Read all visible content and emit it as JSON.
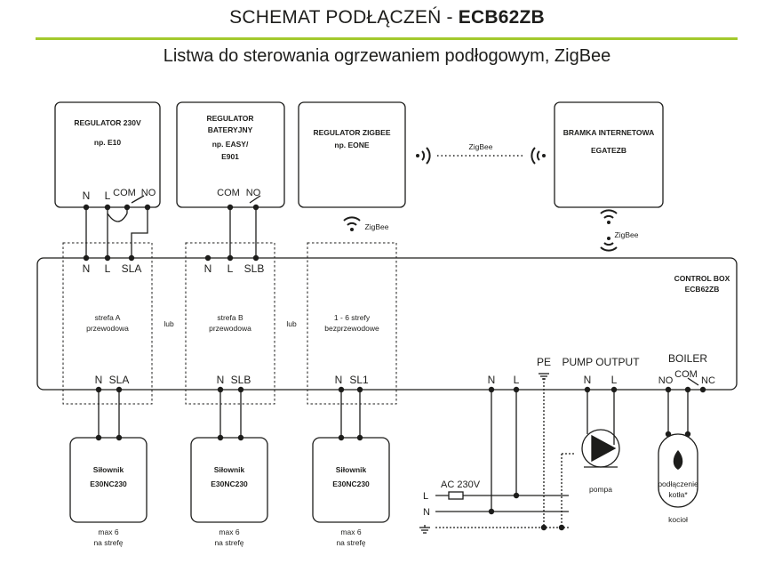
{
  "header": {
    "title_prefix": "SCHEMAT PODŁĄCZEŃ - ",
    "title_model": "ECB62ZB",
    "subtitle": "Listwa do sterowania ogrzewaniem podłogowym, ZigBee",
    "accent_color": "#a3c92d"
  },
  "devices": {
    "regulator_230": {
      "line1": "REGULATOR 230V",
      "line2": "np. E10",
      "terminals": [
        "N",
        "L",
        "COM",
        "NO"
      ]
    },
    "regulator_battery": {
      "line1": "REGULATOR",
      "line2": "BATERYJNY",
      "line3": "np. EASY/",
      "line4": "E901",
      "terminals": [
        "COM",
        "NO"
      ]
    },
    "regulator_zigbee": {
      "line1": "REGULATOR ZIGBEE",
      "line2": "np. EONE",
      "signal_label": "ZigBee"
    },
    "gateway": {
      "line1": "BRAMKA INTERNETOWA",
      "line2": "EGATEZB",
      "signal_label": "ZigBee"
    },
    "link_label": "ZigBee"
  },
  "control_box": {
    "line1": "CONTROL BOX",
    "line2": "ECB62ZB",
    "zone_a": {
      "top_terminals": [
        "N",
        "L",
        "SLA"
      ],
      "line1": "strefa A",
      "line2": "przewodowa",
      "bottom_terminals": [
        "N",
        "SLA"
      ]
    },
    "or1": "lub",
    "zone_b": {
      "top_terminals": [
        "N",
        "L",
        "SLB"
      ],
      "line1": "strefa B",
      "line2": "przewodowa",
      "bottom_terminals": [
        "N",
        "SLB"
      ]
    },
    "or2": "lub",
    "zone_wireless": {
      "line1": "1 - 6 strefy",
      "line2": "bezprzewodowe",
      "bottom_terminals": [
        "N",
        "SL1"
      ]
    },
    "power_terminals": [
      "N",
      "L"
    ],
    "pe_label": "PE",
    "pump_output": {
      "label": "PUMP OUTPUT",
      "terminals": [
        "N",
        "L"
      ]
    },
    "boiler": {
      "label": "BOILER",
      "terminals": [
        "NO",
        "COM",
        "NC"
      ]
    }
  },
  "actuators": [
    {
      "line1": "Siłownik",
      "line2": "E30NC230",
      "note1": "max 6",
      "note2": "na strefę"
    },
    {
      "line1": "Siłownik",
      "line2": "E30NC230",
      "note1": "max 6",
      "note2": "na strefę"
    },
    {
      "line1": "Siłownik",
      "line2": "E30NC230",
      "note1": "max 6",
      "note2": "na strefę"
    }
  ],
  "supply": {
    "label": "AC 230V",
    "l": "L",
    "n": "N"
  },
  "pump": {
    "label": "pompa"
  },
  "boiler_device": {
    "line1": "podłączenie",
    "line2": "kotła*",
    "label": "kocioł"
  }
}
